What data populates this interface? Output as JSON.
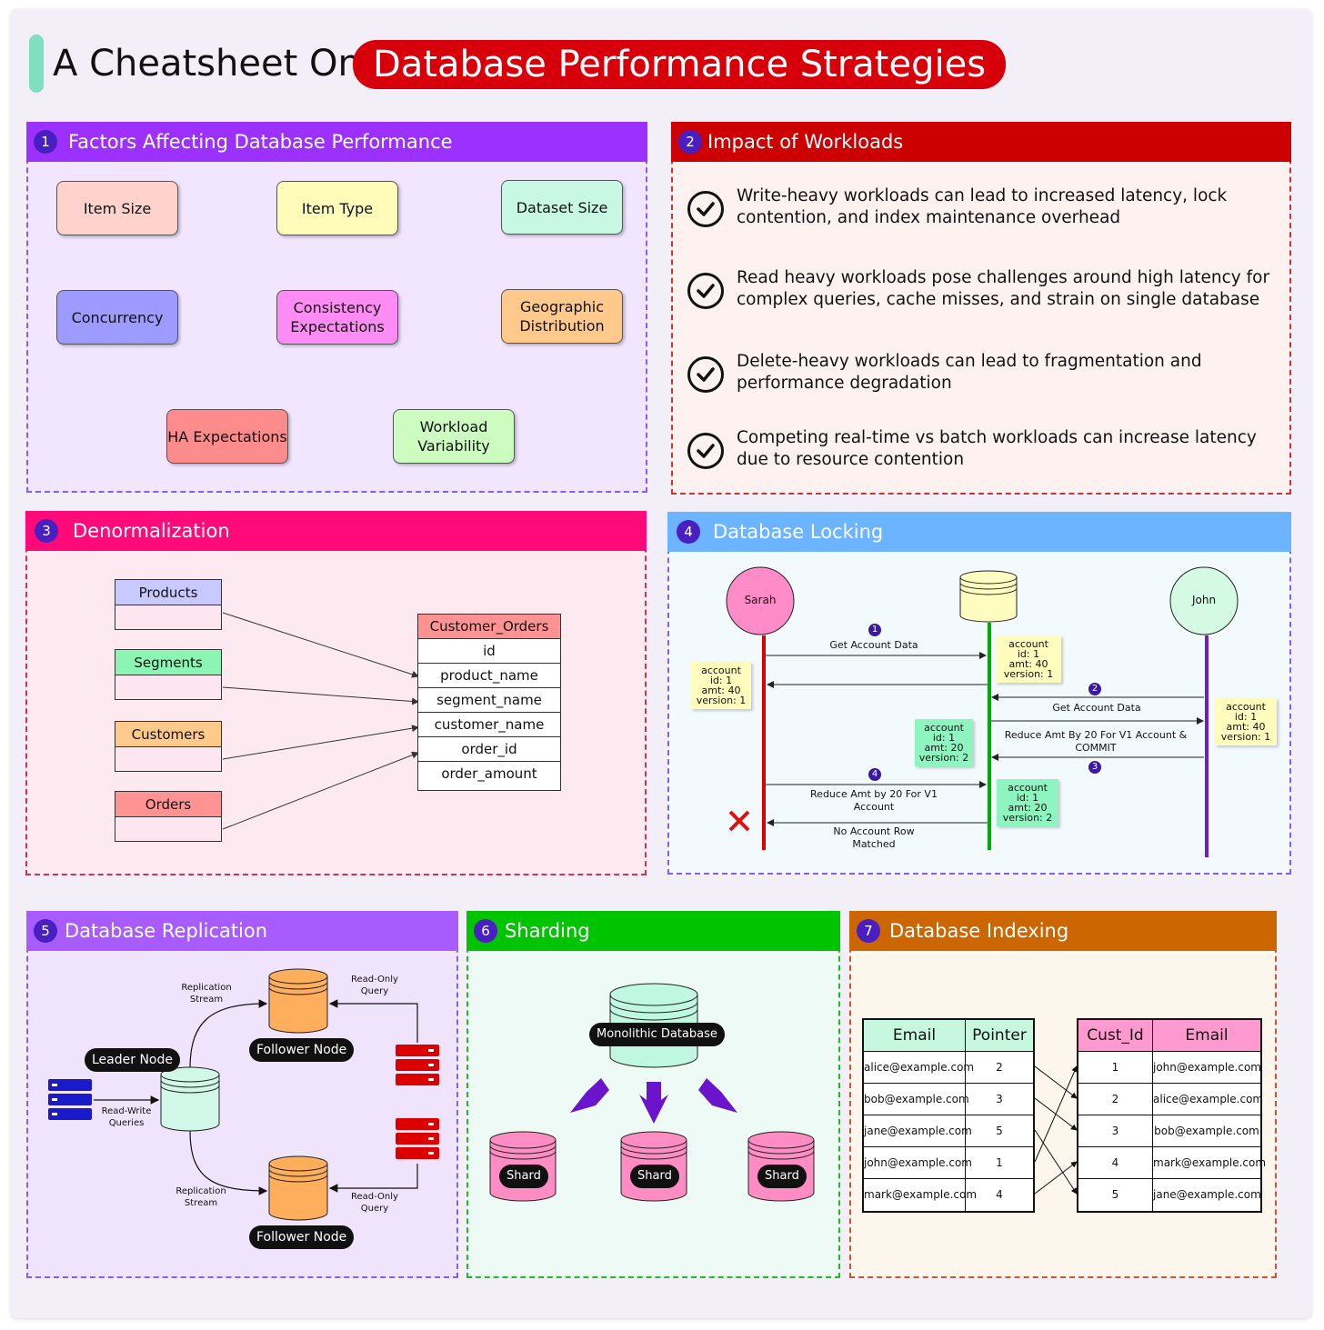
{
  "title": {
    "prefix": "A Cheatsheet On",
    "highlight": "Database Performance Strategies"
  },
  "colors": {
    "panel1": "#9b30ff",
    "panel2": "#cc0000",
    "panel3": "#ff0a78",
    "panel4": "#6cb4ff",
    "panel5": "#a85cff",
    "panel6": "#00c400",
    "panel7": "#cc6600",
    "badge": "#4a1fc2"
  },
  "panels": {
    "factors": {
      "number": "1",
      "title": "Factors Affecting Database Performance",
      "items": [
        "Item Size",
        "Item Type",
        "Dataset Size",
        "Concurrency",
        "Consistency Expectations",
        "Geographic Distribution",
        "HA Expectations",
        "Workload Variability"
      ]
    },
    "workloads": {
      "number": "2",
      "title": "Impact of Workloads",
      "points": [
        "Write-heavy workloads can lead to increased latency, lock contention, and index maintenance overhead",
        "Read heavy workloads pose challenges around high latency for complex queries, cache misses, and strain on single database",
        "Delete-heavy workloads can lead to fragmentation and performance degradation",
        "Competing real-time vs batch workloads can increase latency due to resource contention"
      ],
      "check_icon": "check-circle-icon"
    },
    "denormalization": {
      "number": "3",
      "title": "Denormalization",
      "source_tables": [
        "Products",
        "Segments",
        "Customers",
        "Orders"
      ],
      "target_table": {
        "name": "Customer_Orders",
        "columns": [
          "id",
          "product_name",
          "segment_name",
          "customer_name",
          "order_id",
          "order_amount"
        ]
      }
    },
    "locking": {
      "number": "4",
      "title": "Database Locking",
      "actors": {
        "left": "Sarah",
        "right": "John"
      },
      "steps": [
        "1",
        "2",
        "3",
        "4"
      ],
      "messages": {
        "get_sarah": "Get Account Data",
        "get_john": "Get Account Data",
        "reduce_john": "Reduce Amt By 20 For V1 Account & COMMIT",
        "reduce_sarah": "Reduce Amt by 20 For V1 Account",
        "no_row": "No Account Row Matched"
      },
      "notes": {
        "db_v1": [
          "account",
          "id: 1",
          "amt: 40",
          "version: 1"
        ],
        "sarah_v1": [
          "account",
          "id: 1",
          "amt: 40",
          "version: 1"
        ],
        "john_v1": [
          "account",
          "id: 1",
          "amt: 40",
          "version: 1"
        ],
        "db_v2_a": [
          "account",
          "id: 1",
          "amt: 20",
          "version: 2"
        ],
        "db_v2_b": [
          "account",
          "id: 1",
          "amt: 20",
          "version: 2"
        ]
      },
      "fail_icon": "red-cross-icon"
    },
    "replication": {
      "number": "5",
      "title": "Database Replication",
      "leader": "Leader Node",
      "follower_top": "Follower Node",
      "follower_bottom": "Follower Node",
      "stream_top": "Replication Stream",
      "stream_bottom": "Replication Stream",
      "read_only_top": "Read-Only Query",
      "read_only_bottom": "Read-Only Query",
      "read_write": "Read-Write Queries"
    },
    "sharding": {
      "number": "6",
      "title": "Sharding",
      "monolith": "Monolithic Database",
      "shards": [
        "Shard",
        "Shard",
        "Shard"
      ]
    },
    "indexing": {
      "number": "7",
      "title": "Database Indexing",
      "index_table": {
        "headers": [
          "Email",
          "Pointer"
        ],
        "rows": [
          [
            "alice@example.com",
            "2"
          ],
          [
            "bob@example.com",
            "3"
          ],
          [
            "jane@example.com",
            "5"
          ],
          [
            "john@example.com",
            "1"
          ],
          [
            "mark@example.com",
            "4"
          ]
        ]
      },
      "data_table": {
        "headers": [
          "Cust_Id",
          "Email"
        ],
        "rows": [
          [
            "1",
            "john@example.com"
          ],
          [
            "2",
            "alice@example.com"
          ],
          [
            "3",
            "bob@example.com"
          ],
          [
            "4",
            "mark@example.com"
          ],
          [
            "5",
            "jane@example.com"
          ]
        ]
      }
    }
  }
}
